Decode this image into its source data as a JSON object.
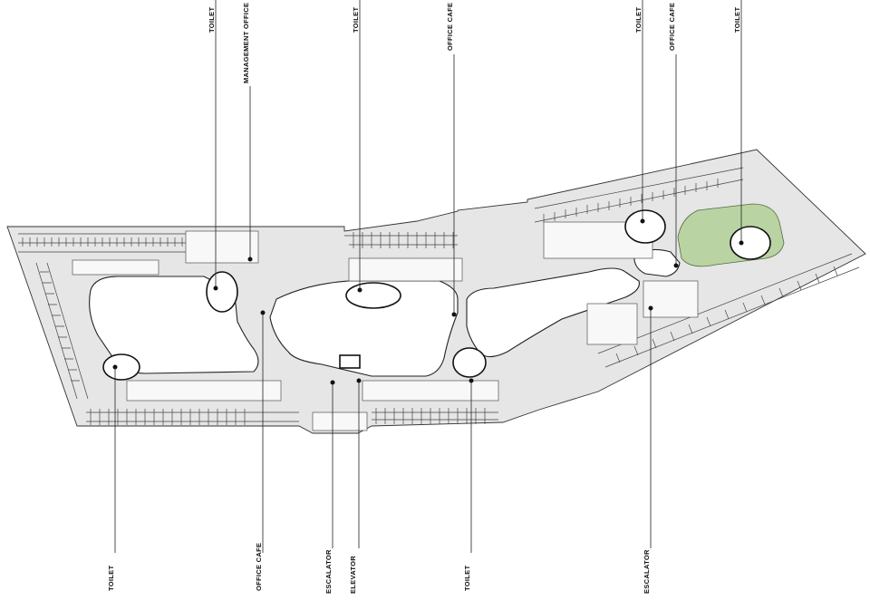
{
  "labels": {
    "top": [
      "TOILET",
      "MANAGEMENT OFFICE",
      "TOILET",
      "OFFICE CAFE",
      "TOILET",
      "OFFICE CAFE",
      "TOILET"
    ],
    "bottom": [
      "TOILET",
      "OFFICE CAFE",
      "ESCALATOR",
      "ELEVATOR",
      "TOILET",
      "ESCALATOR"
    ]
  },
  "colors": {
    "slab": "#e6e6e6",
    "line": "#222222",
    "landscape": "#b9d3a2"
  }
}
